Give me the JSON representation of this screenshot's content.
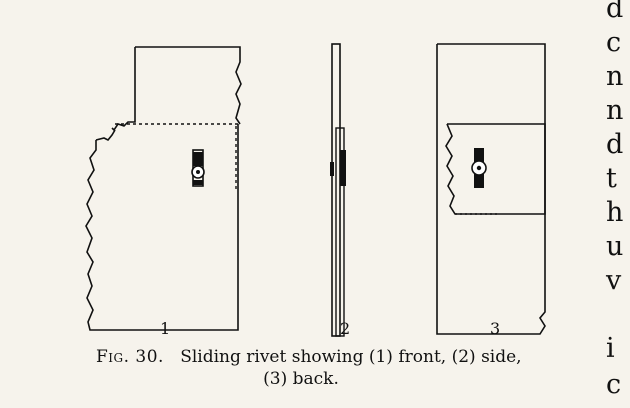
{
  "figure": {
    "panel_labels": [
      "1",
      "2",
      "3"
    ],
    "caption": {
      "fig_label": "Fig. 30.",
      "line1": "Sliding rivet showing (1) front, (2) side,",
      "line2": "(3) back."
    }
  },
  "right_column_chars": [
    "d",
    "c",
    "n",
    "n",
    "d",
    "t",
    "h",
    "u",
    "v",
    "i",
    "c"
  ]
}
